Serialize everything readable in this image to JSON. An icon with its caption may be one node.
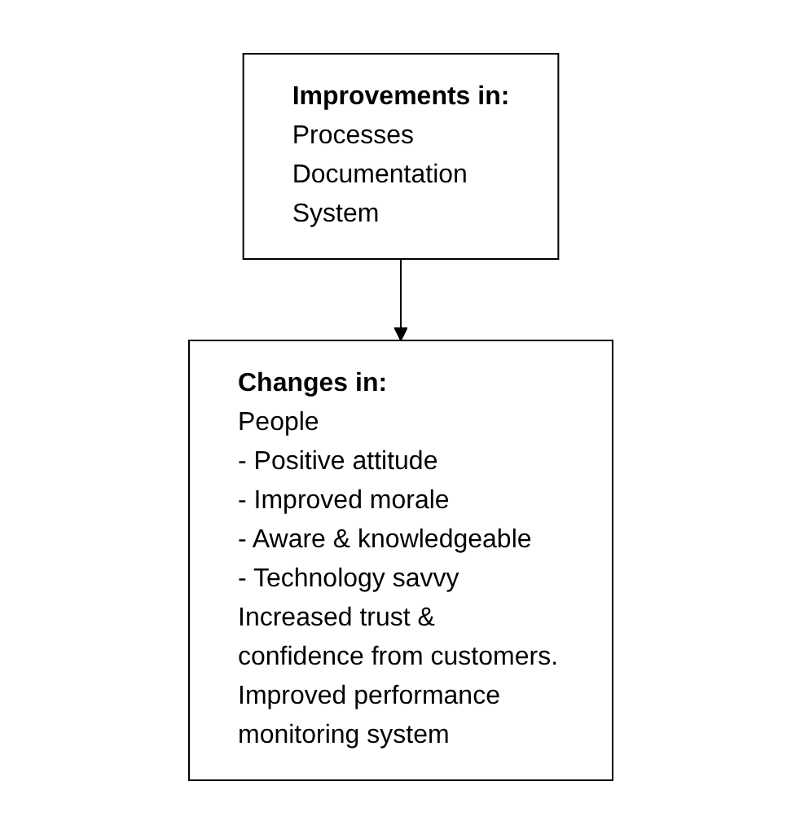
{
  "diagram": {
    "nodes": [
      {
        "text": [
          "Improvements in:",
          "Processes",
          "Documentation",
          "System"
        ]
      },
      {
        "text": [
          "Changes in:",
          "People",
          "- Positive attitude",
          "- Improved morale",
          "- Aware & knowledgeable",
          "- Technology savvy",
          "Increased trust & confidence from customers.",
          "Improved performance monitoring system"
        ]
      }
    ],
    "edges": [
      {
        "from": 0,
        "to": 1,
        "arrow": "to"
      }
    ]
  }
}
